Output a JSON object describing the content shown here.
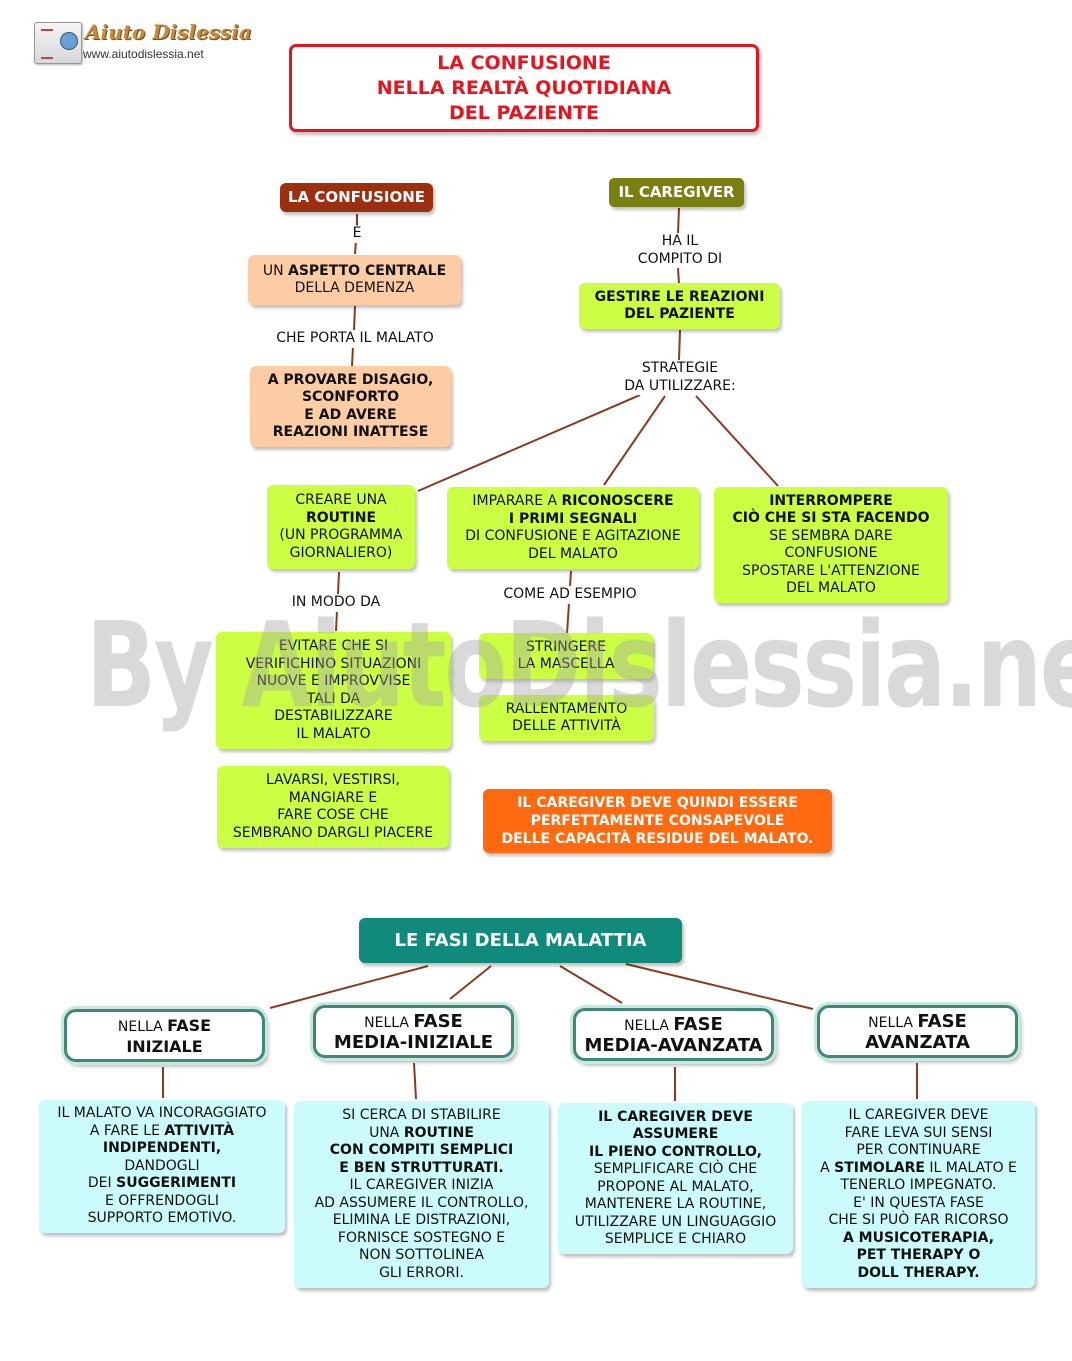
{
  "logo": {
    "name": "Aiuto Dislessia",
    "url": "www.aiutodislessia.net"
  },
  "watermark": "By AiutoDislessia.net",
  "title": {
    "lines": [
      "LA CONFUSIONE",
      "NELLA REALTÀ QUOTIDIANA",
      "DEL PAZIENTE"
    ],
    "color": "#e8141d"
  },
  "left": {
    "head": "LA CONFUSIONE",
    "link_e": "È",
    "box1": {
      "pre": "UN ",
      "bold": "ASPETTO CENTRALE",
      "line2": "DELLA DEMENZA"
    },
    "link_porta": "CHE PORTA IL MALATO",
    "box2": [
      "A PROVARE DISAGIO,",
      "SCONFORTO",
      "E AD AVERE",
      "REAZIONI INATTESE"
    ]
  },
  "right": {
    "head": "IL CAREGIVER",
    "link_compito": [
      "HA IL",
      "COMPITO DI"
    ],
    "box1": [
      "GESTIRE LE REAZIONI",
      "DEL PAZIENTE"
    ],
    "link_strategie": [
      "STRATEGIE",
      "DA UTILIZZARE:"
    ]
  },
  "strategies": {
    "routine": {
      "line1": "CREARE UNA",
      "bold": "ROUTINE",
      "line3": "(UN PROGRAMMA",
      "line4": "GIORNALIERO)"
    },
    "riconoscere": {
      "pre": "IMPARARE A ",
      "bold1": "RICONOSCERE",
      "bold2": "I PRIMI SEGNALI",
      "line3": "DI CONFUSIONE E AGITAZIONE",
      "line4": "DEL MALATO"
    },
    "interrompere": {
      "bold1": "INTERROMPERE",
      "bold2": "CIÒ  CHE SI STA FACENDO",
      "line3": "SE  SEMBRA DARE",
      "line4": "CONFUSIONE",
      "line5": "SPOSTARE L'ATTENZIONE",
      "line6": "DEL MALATO"
    }
  },
  "link_modo": "IN MODO DA",
  "link_esempio": "COME AD ESEMPIO",
  "evitare": [
    "EVITARE CHE SI",
    "VERIFICHINO SITUAZIONI",
    "NUOVE E IMPROVVISE",
    "TALI DA",
    "DESTABILIZZARE",
    "IL MALATO"
  ],
  "stringere": [
    "STRINGERE",
    "LA MASCELLA"
  ],
  "rallentamento": [
    "RALLENTAMENTO",
    "DELLE ATTIVITÀ"
  ],
  "lavarsi": [
    "LAVARSI, VESTIRSI,",
    "MANGIARE E",
    "FARE COSE CHE",
    "SEMBRANO DARGLI PIACERE"
  ],
  "conclusion": {
    "lines": [
      "IL CAREGIVER DEVE QUINDI ESSERE",
      "PERFETTAMENTE CONSAPEVOLE",
      "DELLE CAPACITÀ RESIDUE DEL MALATO."
    ],
    "color": "#ff6a10"
  },
  "fasi": {
    "head": "LE FASI DELLA MALATTIA",
    "color": "#108a7a",
    "phases": [
      {
        "pre": "NELLA ",
        "bold1": "FASE",
        "bold2": "INIZIALE"
      },
      {
        "pre": "NELLA ",
        "bold1": "FASE",
        "bold2": "MEDIA-INIZIALE"
      },
      {
        "pre": "NELLA ",
        "bold1": "FASE",
        "bold2": "MEDIA-AVANZATA"
      },
      {
        "pre": "NELLA ",
        "bold1": "FASE",
        "bold2": "AVANZATA"
      }
    ],
    "desc1": {
      "l1": "IL MALATO VA INCORAGGIATO",
      "l2pre": "A FARE LE ",
      "l2bold": "ATTIVITÀ",
      "l3bold": "INDIPENDENTI,",
      "l4": "DANDOGLI",
      "l5pre": "DEI ",
      "l5bold": "SUGGERIMENTI",
      "l6": "E OFFRENDOGLI",
      "l7": "SUPPORTO EMOTIVO."
    },
    "desc2": {
      "l1": "SI CERCA DI STABILIRE",
      "l2pre": "UNA ",
      "l2bold": "ROUTINE",
      "l3bold": "CON COMPITI SEMPLICI",
      "l4bold": "E BEN STRUTTURATI.",
      "l5": "IL CAREGIVER INIZIA",
      "l6": "AD ASSUMERE IL CONTROLLO,",
      "l7": "ELIMINA LE DISTRAZIONI,",
      "l8": "FORNISCE SOSTEGNO E",
      "l9": "NON SOTTOLINEA",
      "l10": "GLI ERRORI."
    },
    "desc3": {
      "l1bold": "IL CAREGIVER DEVE",
      "l2bold": "ASSUMERE",
      "l3bold": "IL PIENO CONTROLLO,",
      "l4": "SEMPLIFICARE CIÒ CHE",
      "l5": "PROPONE AL MALATO,",
      "l6": "MANTENERE LA ROUTINE,",
      "l7": "UTILIZZARE UN LINGUAGGIO",
      "l8": "SEMPLICE E CHIARO"
    },
    "desc4": {
      "l1": "IL CAREGIVER DEVE",
      "l2": "FARE LEVA SUI SENSI",
      "l3": "PER CONTINUARE",
      "l4pre": "A ",
      "l4bold": "STIMOLARE",
      "l4post": " IL MALATO E",
      "l5": "TENERLO IMPEGNATO.",
      "l6": "E' IN  QUESTA FASE",
      "l7": "CHE SI PUÒ FAR RICORSO",
      "l8bold": "A MUSICOTERAPIA,",
      "l9bold": "PET THERAPY O",
      "l10bold": "DOLL THERAPY."
    }
  }
}
